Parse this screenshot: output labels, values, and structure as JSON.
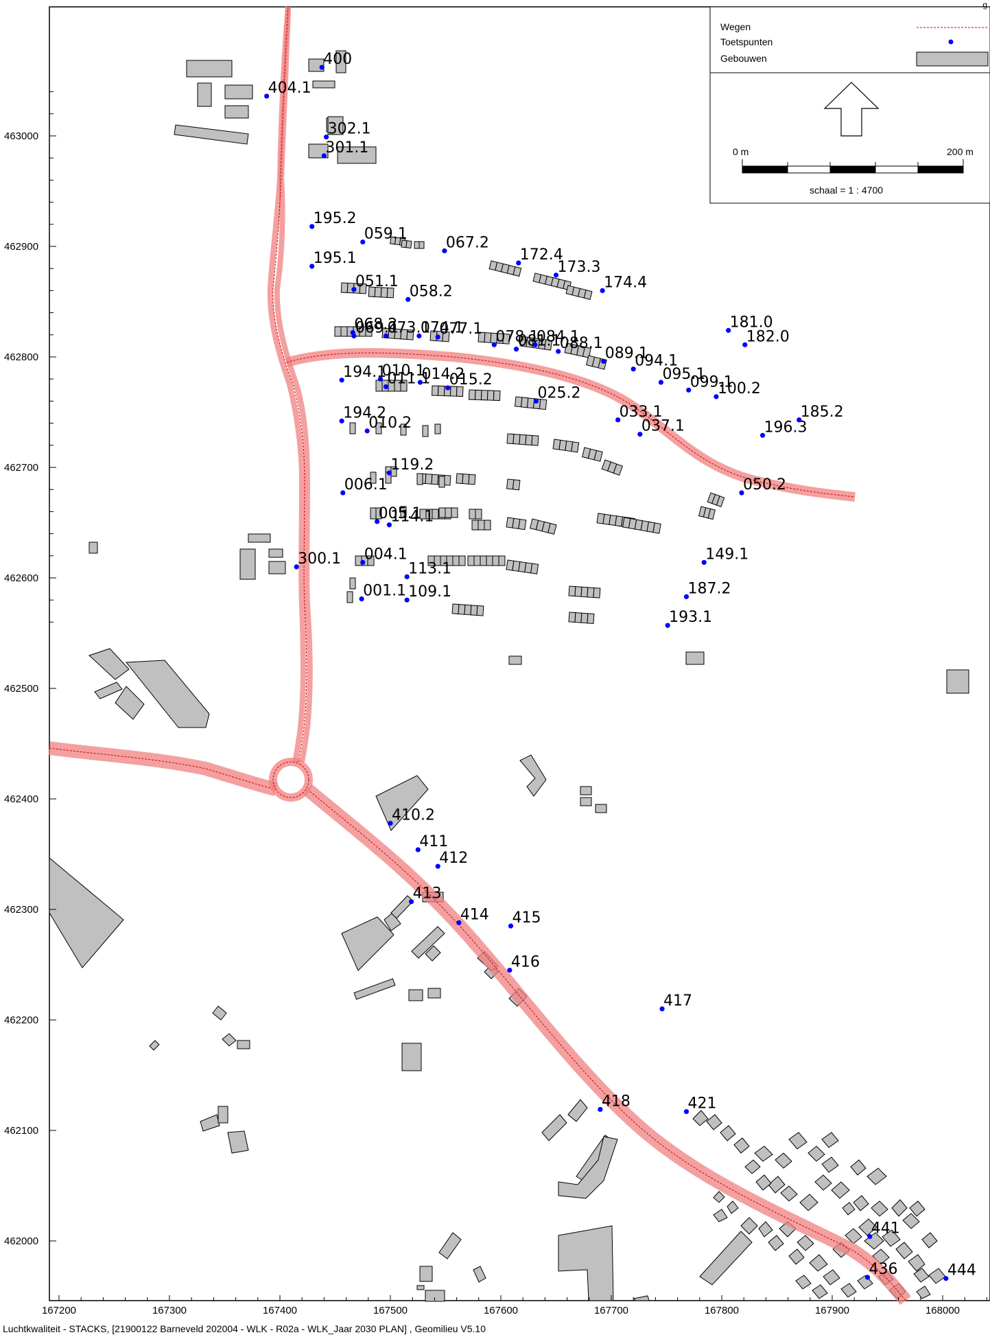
{
  "legend": {
    "items": [
      {
        "label": "Wegen",
        "symbol": "road"
      },
      {
        "label": "Toetspunten",
        "symbol": "point"
      },
      {
        "label": "Gebouwen",
        "symbol": "building"
      }
    ],
    "scale_start": "0 m",
    "scale_end": "200 m",
    "scale_text": "schaal = 1 : 4700"
  },
  "corner_text": "g",
  "footer": "Luchtkwaliteit - STACKS, [21900122 Barneveld 202004 - WLK - R02a - WLK_Jaar 2030 PLAN] , Geomilieu V5.10",
  "axes": {
    "x_ticks": [
      "167200",
      "167300",
      "167400",
      "167500",
      "167600",
      "167700",
      "167800",
      "167900",
      "168000"
    ],
    "y_ticks": [
      "463000",
      "462900",
      "462800",
      "462700",
      "462600",
      "462500",
      "462400",
      "462300",
      "462200",
      "462100",
      "462000"
    ]
  },
  "colors": {
    "road": "#f08080",
    "point": "#0000ff",
    "building": "#c0c0c0"
  },
  "points": [
    {
      "id": "400",
      "x": 167438,
      "y": 463062
    },
    {
      "id": "404.1",
      "x": 167388,
      "y": 463036
    },
    {
      "id": "302.1",
      "x": 167442,
      "y": 462999
    },
    {
      "id": "301.1",
      "x": 167440,
      "y": 462982
    },
    {
      "id": "195.2",
      "x": 167429,
      "y": 462918
    },
    {
      "id": "059.1",
      "x": 167475,
      "y": 462904
    },
    {
      "id": "195.1",
      "x": 167429,
      "y": 462882
    },
    {
      "id": "067.2",
      "x": 167549,
      "y": 462896
    },
    {
      "id": "172.4",
      "x": 167616,
      "y": 462885
    },
    {
      "id": "173.3",
      "x": 167650,
      "y": 462874
    },
    {
      "id": "174.4",
      "x": 167692,
      "y": 462860
    },
    {
      "id": "051.1",
      "x": 167467,
      "y": 462861
    },
    {
      "id": "058.2",
      "x": 167516,
      "y": 462852
    },
    {
      "id": "068.2",
      "x": 167466,
      "y": 462822
    },
    {
      "id": "069.1",
      "x": 167467,
      "y": 462819
    },
    {
      "id": "073.1",
      "x": 167496,
      "y": 462819
    },
    {
      "id": "074.1",
      "x": 167526,
      "y": 462819
    },
    {
      "id": "077.1",
      "x": 167543,
      "y": 462818
    },
    {
      "id": "078.1",
      "x": 167594,
      "y": 462811
    },
    {
      "id": "081.1",
      "x": 167614,
      "y": 462807
    },
    {
      "id": "084.1",
      "x": 167631,
      "y": 462811
    },
    {
      "id": "088.1",
      "x": 167652,
      "y": 462805
    },
    {
      "id": "089.1",
      "x": 167693,
      "y": 462796
    },
    {
      "id": "094.1",
      "x": 167720,
      "y": 462789
    },
    {
      "id": "095.1",
      "x": 167745,
      "y": 462777
    },
    {
      "id": "099.1",
      "x": 167770,
      "y": 462770
    },
    {
      "id": "100.2",
      "x": 167795,
      "y": 462764
    },
    {
      "id": "181.0",
      "x": 167806,
      "y": 462824
    },
    {
      "id": "182.0",
      "x": 167821,
      "y": 462811
    },
    {
      "id": "194.1",
      "x": 167456,
      "y": 462779
    },
    {
      "id": "010.1",
      "x": 167491,
      "y": 462780
    },
    {
      "id": "011.1",
      "x": 167496,
      "y": 462773
    },
    {
      "id": "014.2",
      "x": 167527,
      "y": 462777
    },
    {
      "id": "015.2",
      "x": 167552,
      "y": 462772
    },
    {
      "id": "025.2",
      "x": 167632,
      "y": 462760
    },
    {
      "id": "033.1",
      "x": 167706,
      "y": 462743
    },
    {
      "id": "037.1",
      "x": 167726,
      "y": 462730
    },
    {
      "id": "194.2",
      "x": 167456,
      "y": 462742
    },
    {
      "id": "010.2",
      "x": 167479,
      "y": 462733
    },
    {
      "id": "196.3",
      "x": 167837,
      "y": 462729
    },
    {
      "id": "185.2",
      "x": 167870,
      "y": 462743
    },
    {
      "id": "119.2",
      "x": 167499,
      "y": 462695
    },
    {
      "id": "006.1",
      "x": 167457,
      "y": 462677
    },
    {
      "id": "050.2",
      "x": 167818,
      "y": 462677
    },
    {
      "id": "005.1",
      "x": 167488,
      "y": 462651
    },
    {
      "id": "114.1",
      "x": 167499,
      "y": 462648
    },
    {
      "id": "149.1",
      "x": 167784,
      "y": 462614
    },
    {
      "id": "300.1",
      "x": 167415,
      "y": 462610
    },
    {
      "id": "004.1",
      "x": 167475,
      "y": 462614
    },
    {
      "id": "113.1",
      "x": 167515,
      "y": 462601
    },
    {
      "id": "001.1",
      "x": 167474,
      "y": 462581
    },
    {
      "id": "109.1",
      "x": 167515,
      "y": 462580
    },
    {
      "id": "187.2",
      "x": 167768,
      "y": 462583
    },
    {
      "id": "193.1",
      "x": 167751,
      "y": 462557
    },
    {
      "id": "410.2",
      "x": 167500,
      "y": 462378
    },
    {
      "id": "411",
      "x": 167525,
      "y": 462354
    },
    {
      "id": "412",
      "x": 167543,
      "y": 462339
    },
    {
      "id": "413",
      "x": 167519,
      "y": 462307
    },
    {
      "id": "414",
      "x": 167562,
      "y": 462288
    },
    {
      "id": "415",
      "x": 167609,
      "y": 462285
    },
    {
      "id": "416",
      "x": 167608,
      "y": 462245
    },
    {
      "id": "417",
      "x": 167746,
      "y": 462210
    },
    {
      "id": "418",
      "x": 167690,
      "y": 462119
    },
    {
      "id": "421",
      "x": 167768,
      "y": 462117
    },
    {
      "id": "441",
      "x": 167934,
      "y": 462004
    },
    {
      "id": "436",
      "x": 167932,
      "y": 461967
    },
    {
      "id": "444",
      "x": 168003,
      "y": 461966
    }
  ]
}
